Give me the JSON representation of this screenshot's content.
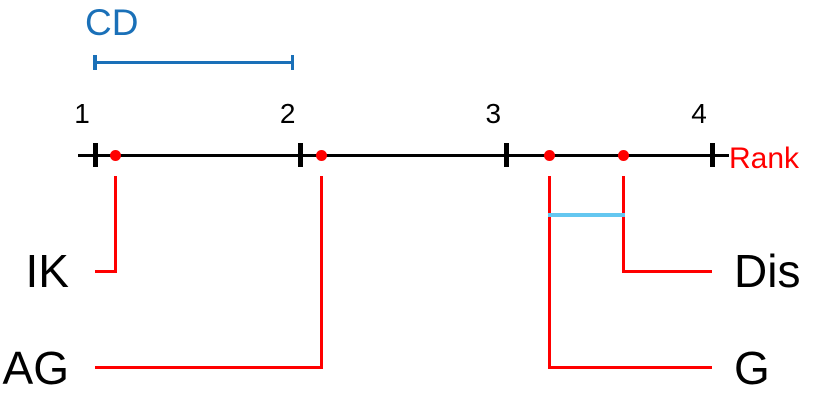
{
  "chart_data": {
    "type": "critical-difference-diagram",
    "cd_label": "CD",
    "cd_value": 0.96,
    "axis": {
      "label": "Rank",
      "min": 1,
      "max": 4,
      "ticks": [
        "1",
        "2",
        "3",
        "4"
      ]
    },
    "methods": [
      {
        "name": "IK",
        "rank": 1.1,
        "side": "left",
        "row": 1
      },
      {
        "name": "AG",
        "rank": 2.1,
        "side": "left",
        "row": 2
      },
      {
        "name": "G",
        "rank": 3.21,
        "side": "right",
        "row": 2
      },
      {
        "name": "Dis",
        "rank": 3.57,
        "side": "right",
        "row": 1
      }
    ],
    "cliques": [
      [
        "G",
        "Dis"
      ]
    ],
    "colors": {
      "method": "#ff0000",
      "cd": "#1a70b8",
      "clique": "#64c7f0",
      "axis": "#000000"
    }
  }
}
